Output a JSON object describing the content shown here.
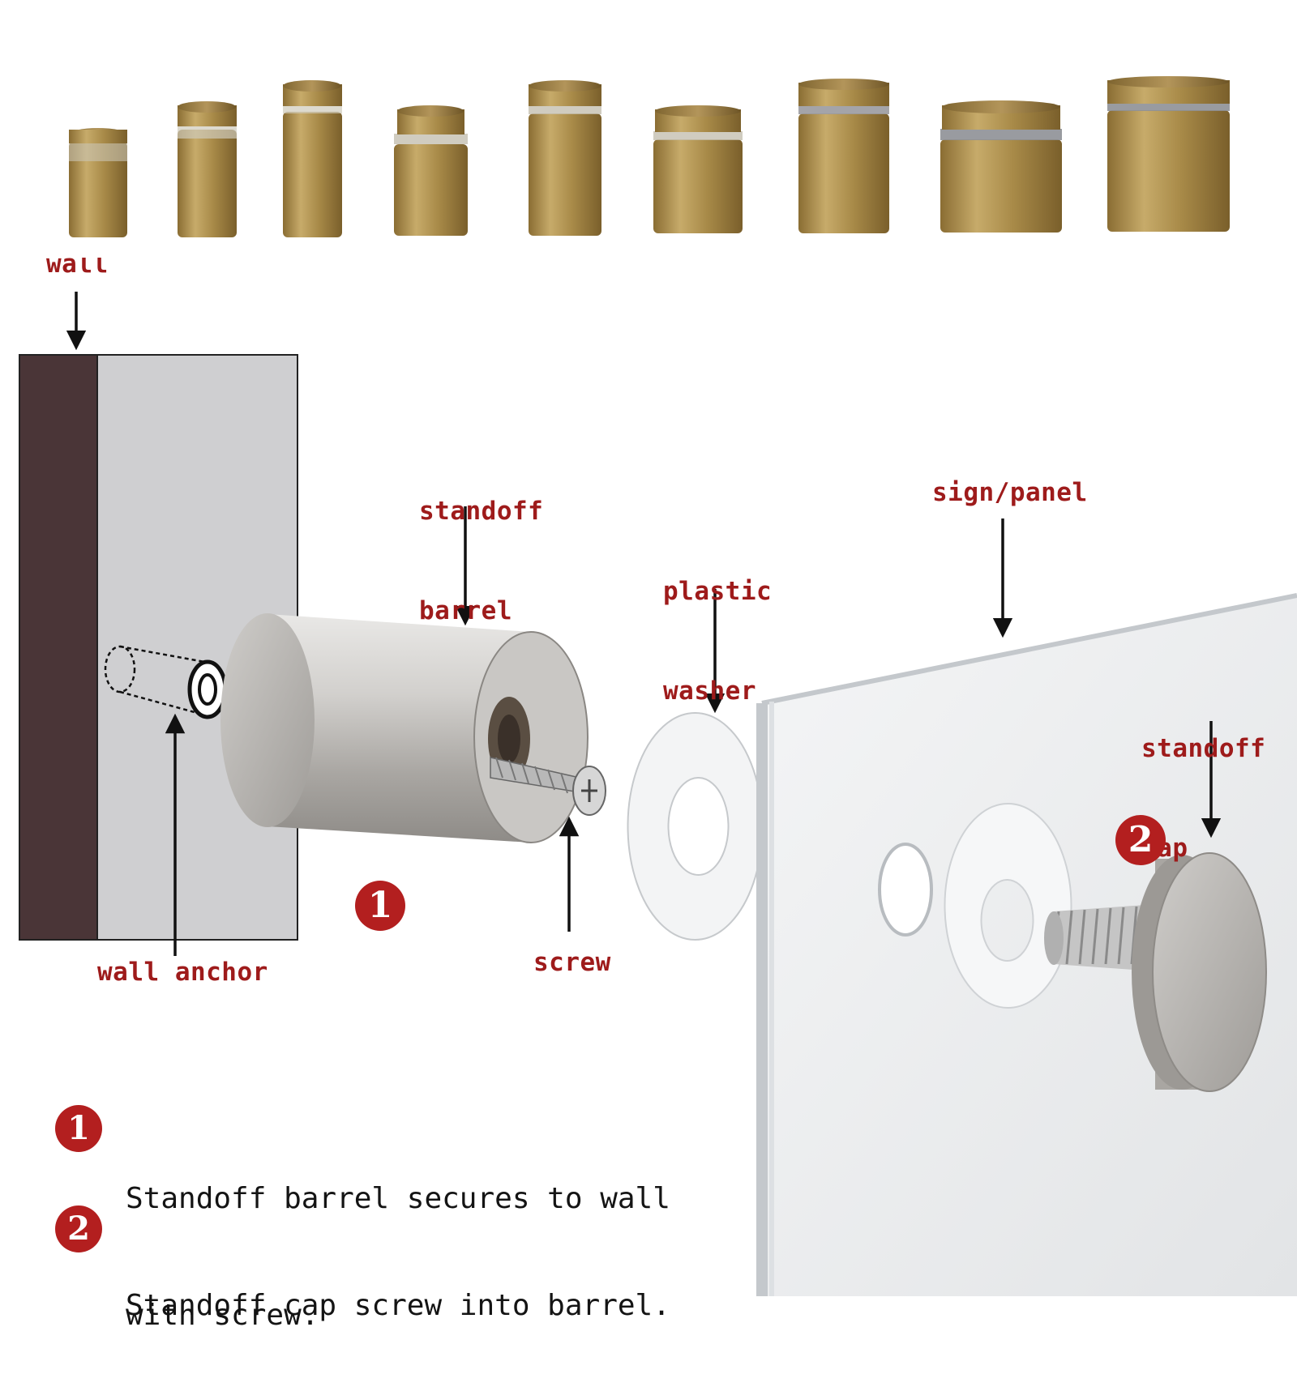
{
  "labels": {
    "wall": "wall",
    "standoff_barrel": [
      "standoff",
      "barrel"
    ],
    "plastic_washer": [
      "plastic",
      "washer"
    ],
    "sign_panel": "sign/panel",
    "standoff_cap": [
      "standoff",
      "cap"
    ],
    "wall_anchor": "wall anchor",
    "screw": "screw"
  },
  "badges": {
    "one": "1",
    "two": "2"
  },
  "steps": [
    {
      "number": "1",
      "lines": [
        "Standoff barrel secures to wall",
        "with screw."
      ]
    },
    {
      "number": "2",
      "lines": [
        "Standoff cap screw into barrel."
      ]
    }
  ],
  "colors": {
    "label_red": "#9e1b1b",
    "badge_red": "#b31f1f",
    "wall_dark": "#4a3537",
    "wall_face": "#cfcfd1",
    "brass": "#a88a48",
    "steel": "#bdbab6"
  },
  "icons": [
    "arrow-down-icon",
    "arrow-up-icon",
    "step-badge-icon"
  ]
}
